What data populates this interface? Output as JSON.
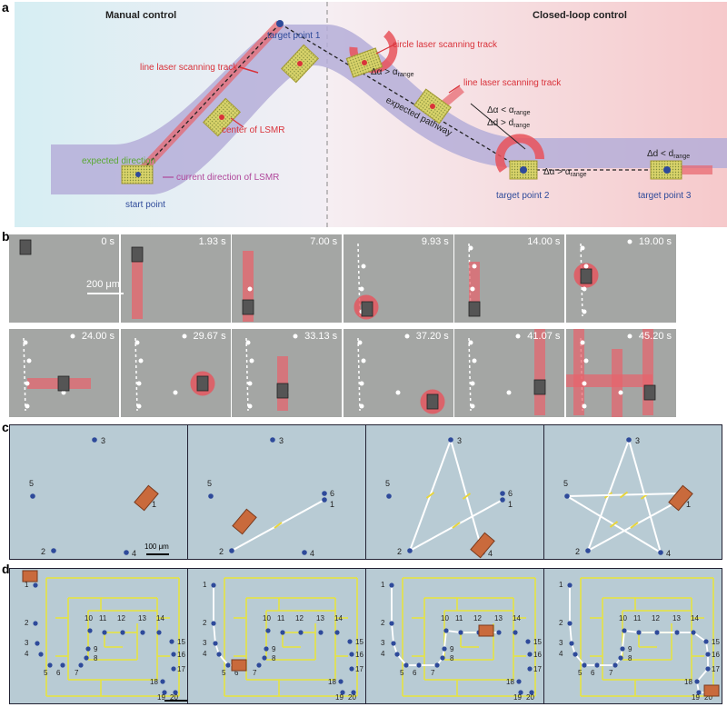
{
  "panel_a": {
    "label": "a",
    "manual_title": "Manual control",
    "closed_title": "Closed-loop control",
    "annotations": {
      "target_point_1": "target point 1",
      "target_point_2": "target point 2",
      "target_point_3": "target point 3",
      "start_point": "start point",
      "line_laser_track_left": "line laser scanning track",
      "center_lsmr": "center of LSMR",
      "expected_direction": "expected direction",
      "current_direction": "current direction of LSMR",
      "circle_laser_track": "circle laser scanning track",
      "line_laser_track_right": "line laser scanning track",
      "expected_pathway": "expected pathway",
      "cond_alpha_gt": "Δα > α",
      "cond_alpha_lt": "Δα < α",
      "cond_d_gt": "Δd > d",
      "cond_alpha_gt2": "Δα > α",
      "cond_d_lt": "Δd < d",
      "sub_range": "range"
    },
    "colors": {
      "path_band": "#b5aed8",
      "laser": "#e8636b",
      "target_dot": "#2e4a9a",
      "green_text": "#5aa832",
      "magenta_text": "#b0479b"
    }
  },
  "panel_b": {
    "label": "b",
    "scale_bar": "200 μm",
    "times": [
      "0 s",
      "1.93 s",
      "7.00 s",
      "9.93 s",
      "14.00 s",
      "19.00 s",
      "24.00 s",
      "29.67 s",
      "33.13 s",
      "37.20 s",
      "41.07 s",
      "45.20 s"
    ]
  },
  "panel_c": {
    "label": "c",
    "scale_bar": "100 μm",
    "point_labels": [
      "1",
      "2",
      "3",
      "4",
      "5",
      "6"
    ]
  },
  "panel_d": {
    "label": "d",
    "point_labels": [
      "1",
      "2",
      "3",
      "4",
      "5",
      "6",
      "7",
      "8",
      "9",
      "10",
      "11",
      "12",
      "13",
      "14",
      "15",
      "16",
      "17",
      "18",
      "19",
      "20"
    ]
  }
}
